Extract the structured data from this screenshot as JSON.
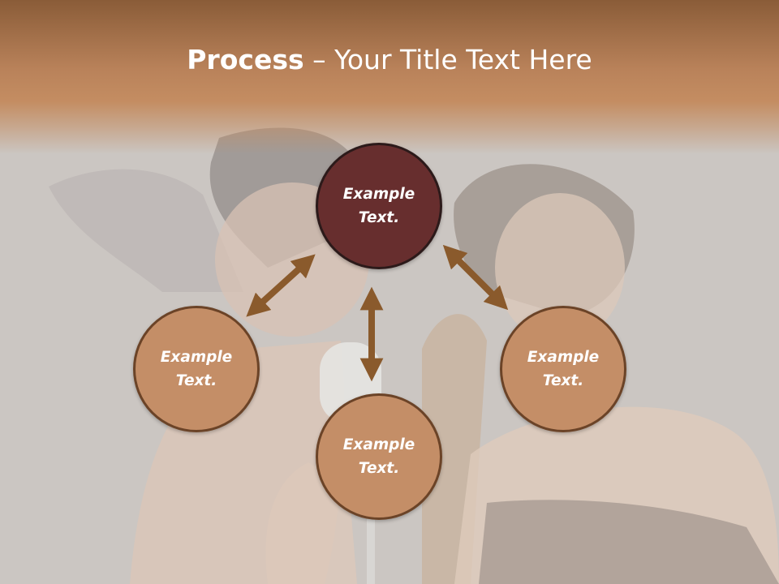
{
  "slide": {
    "title_bold": "Process",
    "title_rest": " – Your Title Text Here"
  },
  "diagram": {
    "center": {
      "line1": "Example",
      "line2": "Text."
    },
    "left": {
      "line1": "Example",
      "line2": "Text."
    },
    "bottom": {
      "line1": "Example",
      "line2": "Text."
    },
    "right": {
      "line1": "Example",
      "line2": "Text."
    }
  },
  "colors": {
    "title_band": "#b9825a",
    "node_fill": "#c48e67",
    "center_fill": "#672e2e",
    "arrow": "#8a5a2c"
  }
}
